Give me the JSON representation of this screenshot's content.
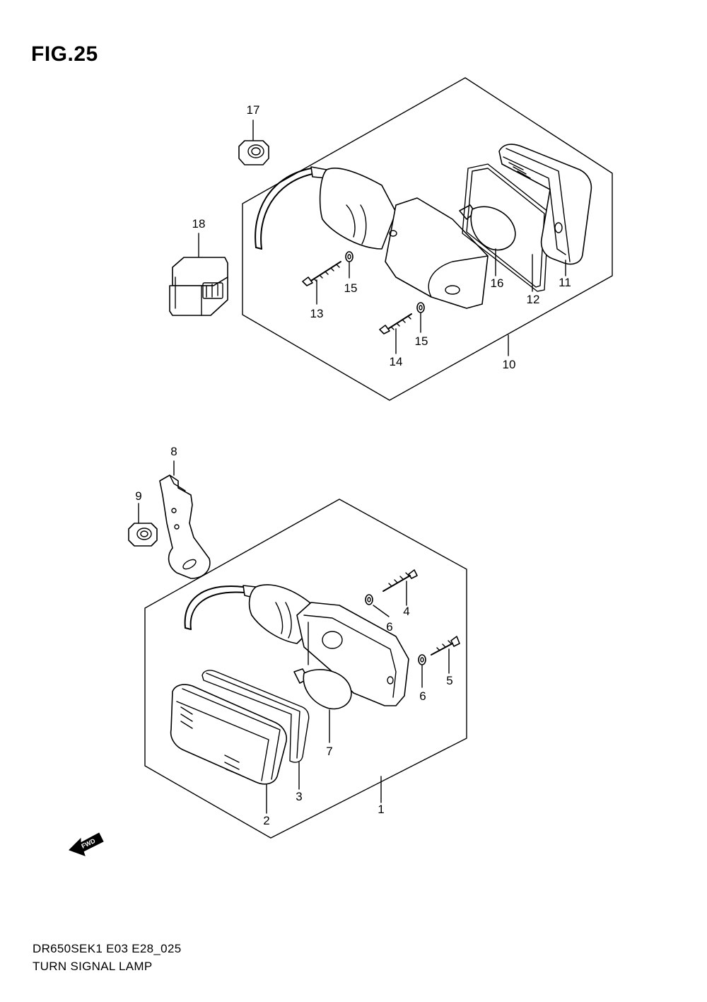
{
  "figure": {
    "title": "FIG.25",
    "model_code": "DR650SEK1 E03 E28_025",
    "name": "TURN SIGNAL LAMP",
    "direction_marker": "FWD"
  },
  "callouts": {
    "c1": "1",
    "c2": "2",
    "c3": "3",
    "c4": "4",
    "c5": "5",
    "c6a": "6",
    "c6b": "6",
    "c7": "7",
    "c8": "8",
    "c9": "9",
    "c10": "10",
    "c11": "11",
    "c12": "12",
    "c13": "13",
    "c14": "14",
    "c15a": "15",
    "c15b": "15",
    "c16": "16",
    "c17": "17",
    "c18": "18"
  }
}
